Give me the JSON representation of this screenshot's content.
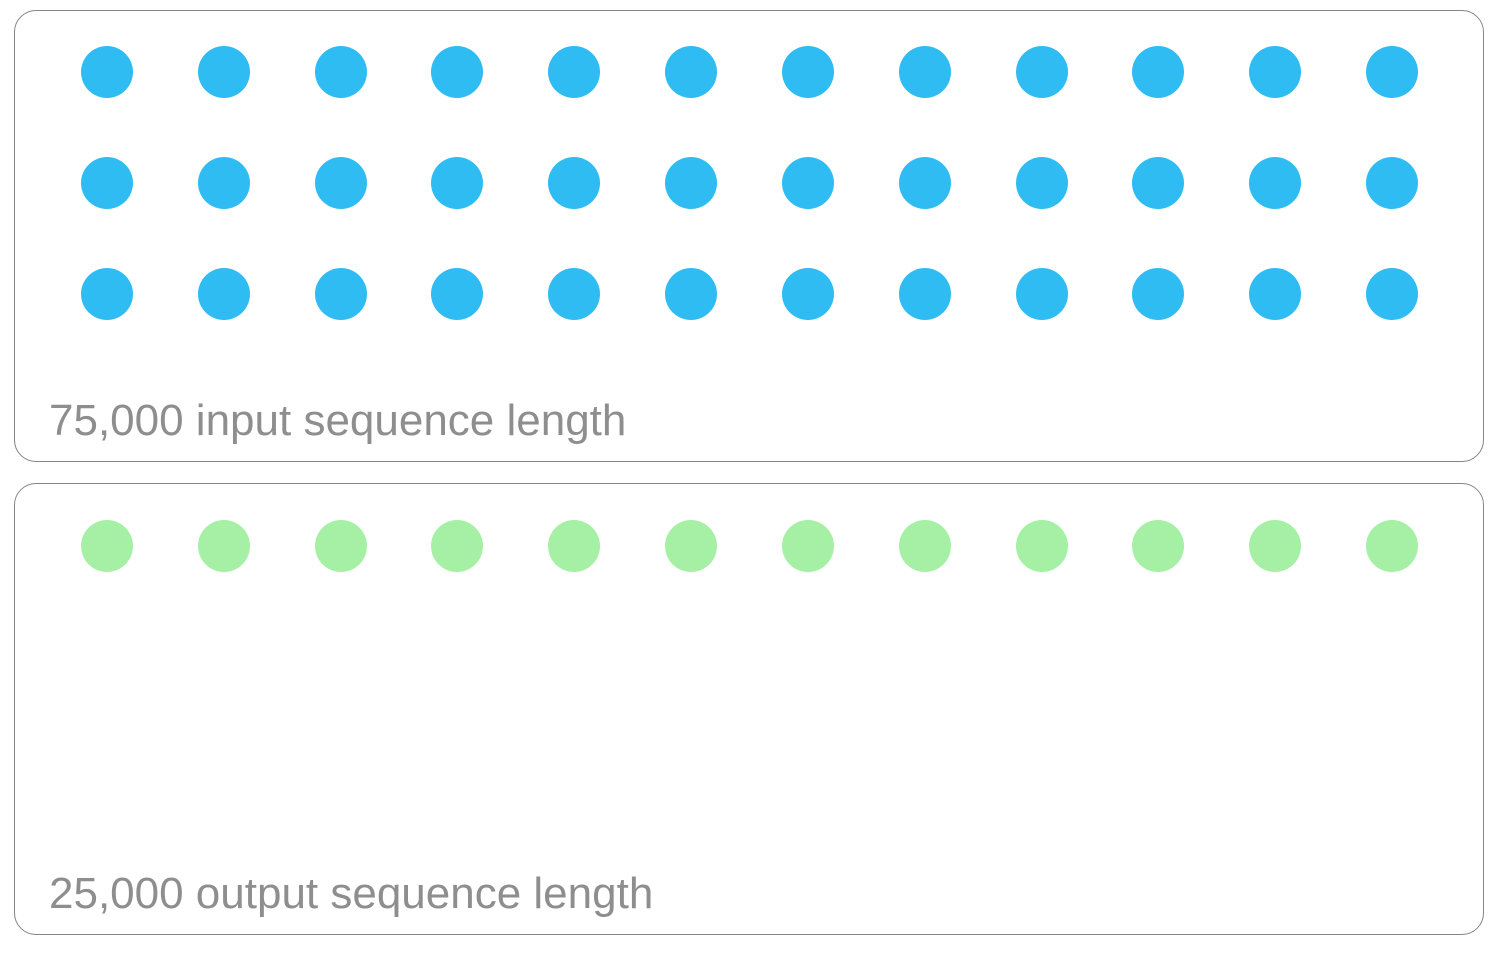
{
  "chart_data": {
    "type": "pictogram",
    "legend_position": "none",
    "grid": false,
    "series": [
      {
        "name": "input sequence length",
        "value": 75000,
        "label": "75,000 input sequence length",
        "dot_count": 36,
        "dot_rows": 3,
        "dot_cols": 12,
        "color": "#2FBCF2"
      },
      {
        "name": "output sequence length",
        "value": 25000,
        "label": "25,000 output sequence length",
        "dot_count": 12,
        "dot_rows": 1,
        "dot_cols": 12,
        "color": "#A5F0A5"
      }
    ]
  },
  "panels": {
    "input": {
      "label": "75,000 input sequence length",
      "dots": {
        "dot_rows": 3,
        "dot_cols": 12,
        "color": "#2FBCF2",
        "dot_name": "input-token-dot"
      }
    },
    "output": {
      "label": "25,000 output sequence length",
      "dots": {
        "dot_rows": 1,
        "dot_cols": 12,
        "color": "#A5F0A5",
        "dot_name": "output-token-dot"
      }
    }
  },
  "colors": {
    "input_dot": "#2FBCF2",
    "output_dot": "#A5F0A5",
    "label_text": "#8E8E8E",
    "panel_border": "#858585",
    "background": "#FFFFFF"
  }
}
